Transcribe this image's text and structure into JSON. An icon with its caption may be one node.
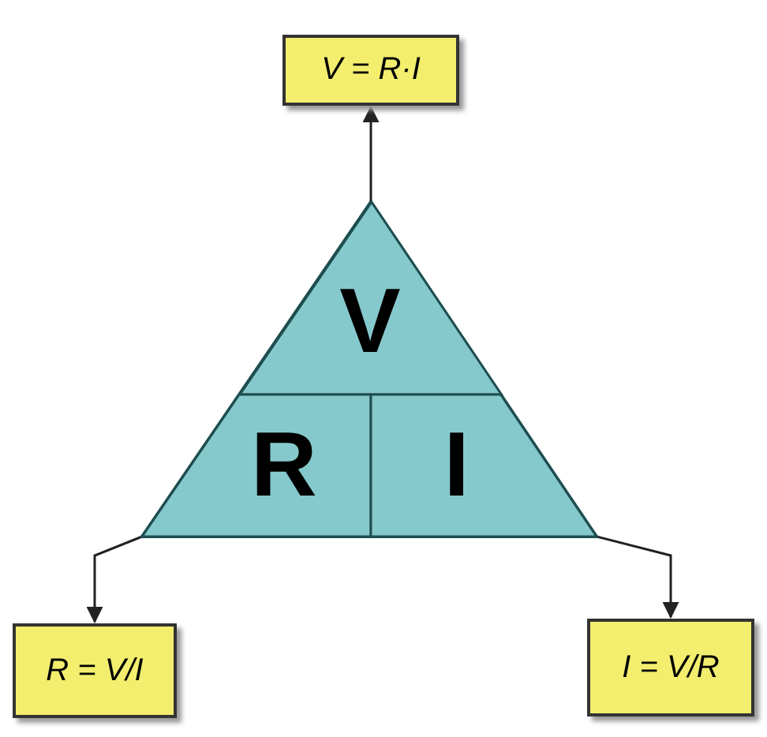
{
  "diagram": {
    "nodes": [
      {
        "text": [],
        "shape": "triangle"
      },
      {
        "text": [
          "V"
        ],
        "in": 0
      },
      {
        "text": [
          "R"
        ],
        "in": 0
      },
      {
        "text": [
          "I"
        ],
        "in": 0
      },
      {
        "text": [
          "V = R·I"
        ]
      },
      {
        "text": [
          "R = V/I"
        ]
      },
      {
        "text": [
          "I = V/R"
        ]
      }
    ],
    "edges": [
      {
        "from": 1,
        "to": 4,
        "arrow": "to"
      },
      {
        "from": 2,
        "to": 5,
        "arrow": "to"
      },
      {
        "from": 3,
        "to": 6,
        "arrow": "to"
      }
    ]
  }
}
